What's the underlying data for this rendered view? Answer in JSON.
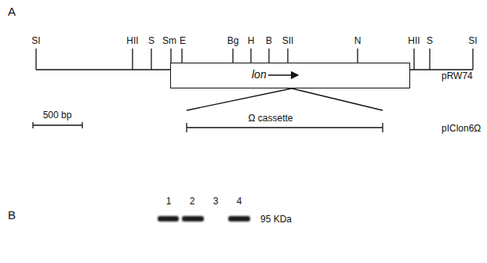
{
  "diagram": {
    "nodes": [
      {
        "text": [
          "lon"
        ]
      }
    ],
    "labels": [
      "A",
      "SI",
      "HII",
      "S",
      "Sm",
      "E",
      "Bg",
      "H",
      "B",
      "SII",
      "N",
      "HII",
      "S",
      "SI",
      "pRW74",
      "500 bp",
      "Ω cassette",
      "pIClon6Ω",
      "B",
      "1",
      "2",
      "3",
      "4",
      "95 KDa"
    ]
  }
}
